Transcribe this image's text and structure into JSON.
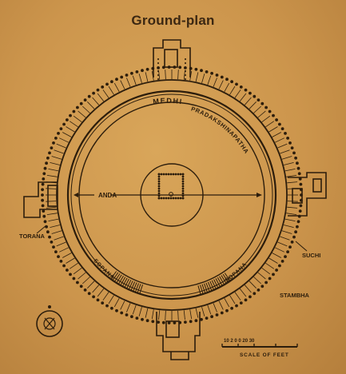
{
  "title": "Ground-plan",
  "labels": {
    "medhi": "MEDHI",
    "pradakshinapatha": "PRADAKSHINAPATHA",
    "anda": "ANDA",
    "torana": "TORANA",
    "suchi": "SUCHI",
    "sopana_left": "SOPANA",
    "sopana_right": "SOPANA",
    "stambha": "STAMBHA",
    "scale_caption": "SCALE OF FEET",
    "scale_numbers": "10 2 0   0   20   30"
  },
  "colors": {
    "ink": "#2c1d0c",
    "background": "#cc954c"
  },
  "icons": {
    "north": "north-arrow-icon"
  }
}
